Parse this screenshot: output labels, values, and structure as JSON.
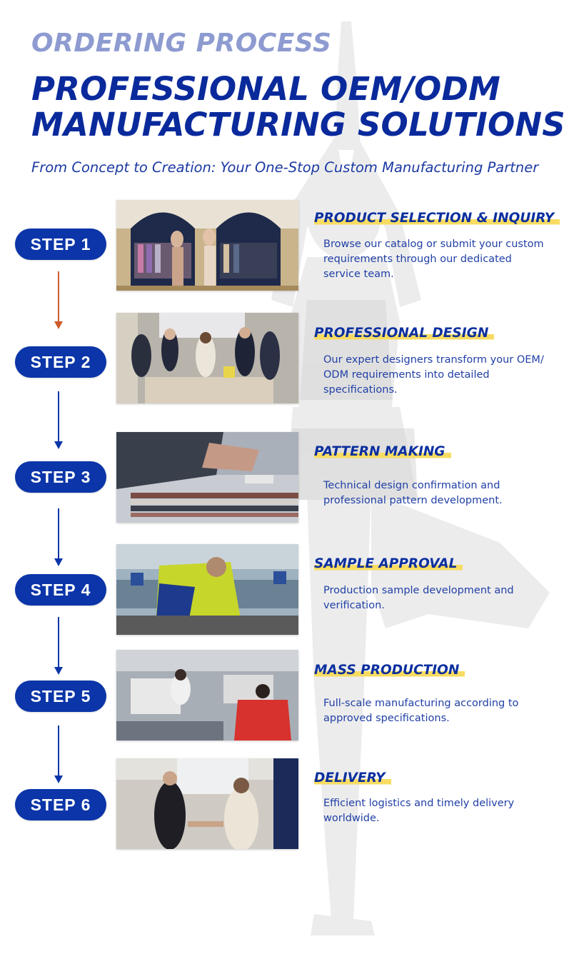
{
  "header": {
    "eyebrow": "ORDERING PROCESS",
    "headline_line1": "PROFESSIONAL OEM/ODM",
    "headline_line2": "MANUFACTURING SOLUTIONS",
    "tagline": "From Concept to Creation: Your One-Stop Custom Manufacturing Partner"
  },
  "colors": {
    "primary": "#0b35a8",
    "eyebrow": "#8d9bd0",
    "highlight": "#f8dc62",
    "first_arrow": "#cf5a2a",
    "arrow": "#0b35a8"
  },
  "steps": [
    {
      "label": "STEP 1",
      "title": "PRODUCT SELECTION & INQUIRY",
      "description": "Browse our catalog or submit your custom requirements through our dedicated service team.",
      "photo": "showroom-photo"
    },
    {
      "label": "STEP 2",
      "title": "PROFESSIONAL DESIGN",
      "description": "Our expert designers transform your OEM/ ODM requirements into detailed specifications.",
      "photo": "design-team-photo"
    },
    {
      "label": "STEP 3",
      "title": "PATTERN MAKING",
      "description": "Technical design confirmation and professional pattern development.",
      "photo": "pattern-cutting-photo"
    },
    {
      "label": "STEP 4",
      "title": "SAMPLE APPROVAL",
      "description": "Production sample development and verification.",
      "photo": "sample-workshop-photo"
    },
    {
      "label": "STEP 5",
      "title": "MASS PRODUCTION",
      "description": "Full-scale manufacturing according to approved specifications.",
      "photo": "factory-floor-photo"
    },
    {
      "label": "STEP 6",
      "title": "DELIVERY",
      "description": "Efficient logistics and timely delivery worldwide.",
      "photo": "handshake-photo"
    }
  ]
}
